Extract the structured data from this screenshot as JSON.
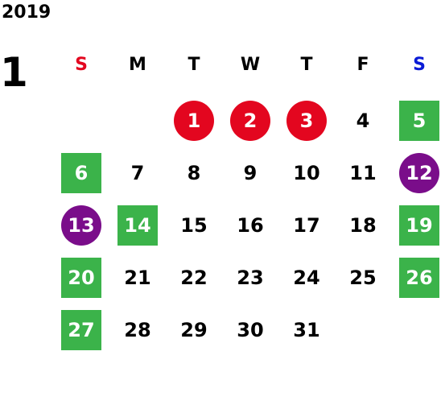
{
  "year": "2019",
  "month": "1",
  "weekdays": [
    {
      "label": "S",
      "color": "#e3061f"
    },
    {
      "label": "M",
      "color": "#000000"
    },
    {
      "label": "T",
      "color": "#000000"
    },
    {
      "label": "W",
      "color": "#000000"
    },
    {
      "label": "T",
      "color": "#000000"
    },
    {
      "label": "F",
      "color": "#000000"
    },
    {
      "label": "S",
      "color": "#0a1bd6"
    }
  ],
  "colors": {
    "holiday_red": "#e3061f",
    "holiday_purple": "#7a0d8a",
    "weekend_green": "#3bb34a"
  },
  "days": [
    {
      "label": "1",
      "style": "holiday-red"
    },
    {
      "label": "2",
      "style": "holiday-red"
    },
    {
      "label": "3",
      "style": "holiday-red"
    },
    {
      "label": "4",
      "style": "plain"
    },
    {
      "label": "5",
      "style": "weekend-green"
    },
    {
      "label": "6",
      "style": "weekend-green"
    },
    {
      "label": "7",
      "style": "plain"
    },
    {
      "label": "8",
      "style": "plain"
    },
    {
      "label": "9",
      "style": "plain"
    },
    {
      "label": "10",
      "style": "plain"
    },
    {
      "label": "11",
      "style": "plain"
    },
    {
      "label": "12",
      "style": "holiday-purple"
    },
    {
      "label": "13",
      "style": "holiday-purple"
    },
    {
      "label": "14",
      "style": "weekend-green"
    },
    {
      "label": "15",
      "style": "plain"
    },
    {
      "label": "16",
      "style": "plain"
    },
    {
      "label": "17",
      "style": "plain"
    },
    {
      "label": "18",
      "style": "plain"
    },
    {
      "label": "19",
      "style": "weekend-green"
    },
    {
      "label": "20",
      "style": "weekend-green"
    },
    {
      "label": "21",
      "style": "plain"
    },
    {
      "label": "22",
      "style": "plain"
    },
    {
      "label": "23",
      "style": "plain"
    },
    {
      "label": "24",
      "style": "plain"
    },
    {
      "label": "25",
      "style": "plain"
    },
    {
      "label": "26",
      "style": "weekend-green"
    },
    {
      "label": "27",
      "style": "weekend-green"
    },
    {
      "label": "28",
      "style": "plain"
    },
    {
      "label": "29",
      "style": "plain"
    },
    {
      "label": "30",
      "style": "plain"
    },
    {
      "label": "31",
      "style": "plain"
    }
  ]
}
